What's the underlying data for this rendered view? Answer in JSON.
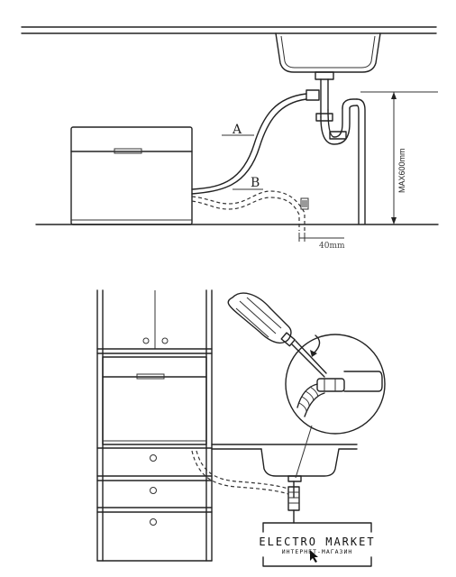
{
  "figure_top": {
    "label_a": "A",
    "label_b": "B",
    "height_limit": "MAX600mm",
    "offset_dim": "40mm"
  },
  "logo": {
    "brand": "ELECTRO MARKET",
    "tagline": "ИНТЕРНЕТ-МАГАЗИН"
  }
}
